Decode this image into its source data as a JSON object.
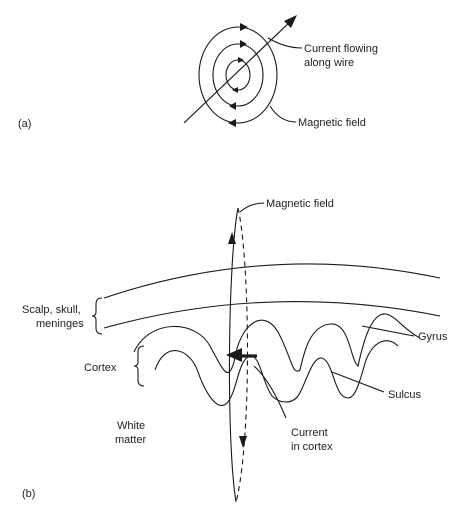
{
  "panel_a": {
    "label": "(a)",
    "current_label_line1": "Current flowing",
    "current_label_line2": "along wire",
    "field_label": "Magnetic field"
  },
  "panel_b": {
    "label": "(b)",
    "field_label": "Magnetic field",
    "scalp_line1": "Scalp, skull,",
    "scalp_line2": "meninges",
    "cortex": "Cortex",
    "gyrus": "Gyrus",
    "sulcus": "Sulcus",
    "white_line1": "White",
    "white_line2": "matter",
    "current_line1": "Current",
    "current_line2": "in cortex"
  },
  "colors": {
    "ink": "#1a1a1a",
    "background": "#ffffff"
  }
}
